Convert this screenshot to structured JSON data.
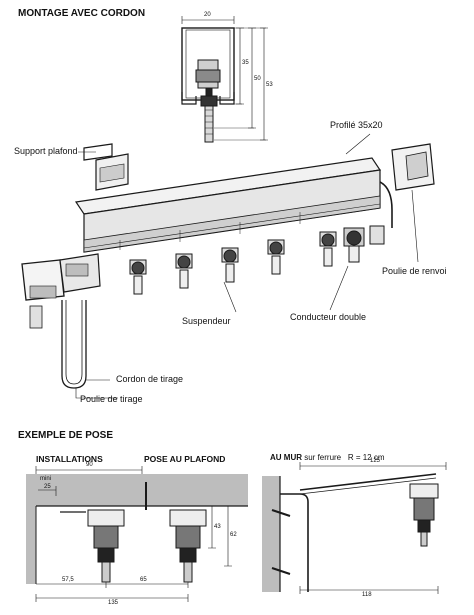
{
  "titles": {
    "montage": "MONTAGE AVEC CORDON",
    "exemple": "EXEMPLE DE POSE"
  },
  "labels": {
    "support_plafond": "Support plafond",
    "profile": "Profilé 35x20",
    "poulie_renvoi": "Poulie de renvoi",
    "suspendeur": "Suspendeur",
    "conducteur_double": "Conducteur double",
    "cordon_tirage": "Cordon de tirage",
    "poulie_tirage": "Poulie de tirage"
  },
  "section_dims": {
    "width": "20",
    "h1": "35",
    "h2": "50",
    "h3": "53"
  },
  "installations": {
    "title": "INSTALLATIONS",
    "pose_title": "POSE AU PLAFOND",
    "d90": "90",
    "mini": "mini",
    "d25": "25",
    "d43": "43",
    "d62": "62",
    "d57": "57,5",
    "d65": "65",
    "d135": "135"
  },
  "mur": {
    "title_bold": "AU MUR",
    "title_rest": "sur ferrure",
    "radius": "R = 12 cm",
    "d125": "125",
    "d118": "118"
  }
}
